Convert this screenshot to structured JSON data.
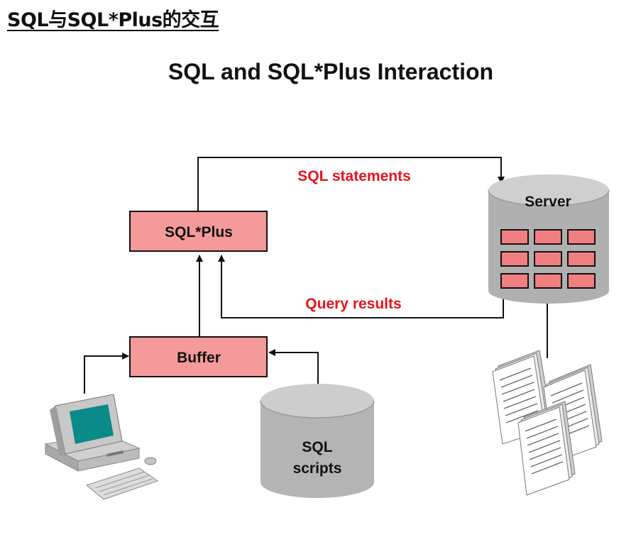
{
  "page": {
    "heading": "SQL与SQL*Plus的交互"
  },
  "diagram": {
    "title": "SQL and SQL*Plus Interaction",
    "nodes": {
      "sqlplus": "SQL*Plus",
      "buffer": "Buffer",
      "server": "Server",
      "scripts_line1": "SQL",
      "scripts_line2": "scripts"
    },
    "edges": {
      "statements": "SQL statements",
      "results": "Query results"
    },
    "colors": {
      "box_fill": "#f59a9a",
      "cell_fill": "#f07f82",
      "label_red": "#e8141e",
      "cylinder_gray": "#b4b4b4",
      "monitor_screen": "#0b8a8a"
    }
  }
}
